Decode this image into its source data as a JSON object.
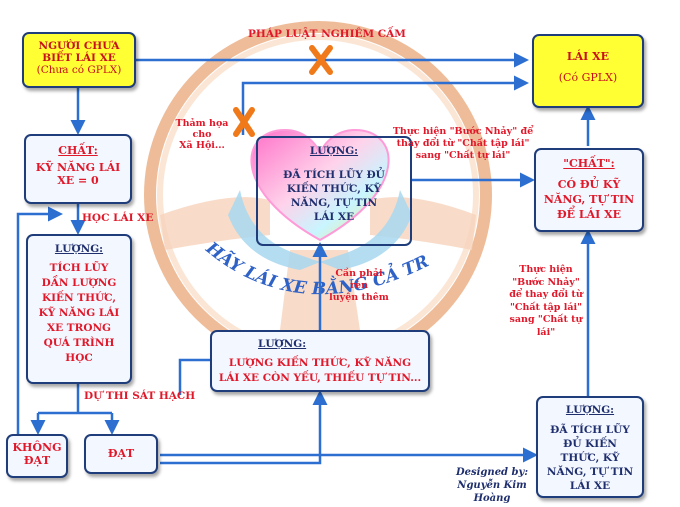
{
  "left_top": {
    "line1": "NGƯỜI CHƯA",
    "line2": "BIẾT LÁI XE",
    "line3": "(Chưa có GPLX)"
  },
  "right_top": {
    "line1": "LÁI XE",
    "line2": "(Có GPLX)"
  },
  "chat_left": {
    "title": "CHẤT:",
    "line1": "KỸ NĂNG LÁI",
    "line2": "XE = 0"
  },
  "luong_left": {
    "title": "LƯỢNG:",
    "lines": [
      "TÍCH LŨY",
      "DẦN LƯỢNG",
      "KIẾN THỨC,",
      "KỸ NĂNG LÁI",
      "XE TRONG",
      "QUÁ TRÌNH",
      "HỌC"
    ]
  },
  "khong_dat": {
    "line1": "KHÔNG",
    "line2": "ĐẠT"
  },
  "dat": {
    "label": "ĐẠT"
  },
  "center": {
    "title": "LƯỢNG:",
    "lines": [
      "ĐÃ TÍCH LŨY ĐỦ",
      "KIẾN THỨC, KỸ",
      "NĂNG, TỰ TIN",
      "LÁI XE"
    ]
  },
  "bottom_center": {
    "title": "LƯỢNG:",
    "line1": "LƯỢNG KIẾN THỨC, KỸ NĂNG",
    "line2": "LÁI XE CÒN YẾU, THIẾU TỰ TIN..."
  },
  "chat_right": {
    "title": "\"CHẤT\":",
    "lines": [
      "CÓ ĐỦ KỸ",
      "NĂNG, TỰ TIN",
      "ĐỂ LÁI XE"
    ]
  },
  "luong_right": {
    "title": "LƯỢNG:",
    "lines": [
      "ĐÃ TÍCH LŨY",
      "ĐỦ KIẾN",
      "THỨC, KỸ",
      "NĂNG, TỰ TIN",
      "LÁI XE"
    ]
  },
  "labels": {
    "phap_luat": "PHÁP LUẬT NGHIÊM CẤM",
    "hoc_lai_xe": "HỌC LÁI XE",
    "du_thi": "DỰ THI SÁT HẠCH",
    "tham_hoa1": "Thảm họa cho",
    "tham_hoa2": "Xã Hội...",
    "buoc_nhay_top1": "Thực hiện \"Bước Nhảy\" để",
    "buoc_nhay_top2": "thay đổi từ \"Chất tập lái\"",
    "buoc_nhay_top3": "sang \"Chất tự lái\"",
    "can_phai1": "Cần phải rèn",
    "can_phai2": "luyện thêm",
    "buoc_nhay_right": [
      "Thực hiện",
      "\"Bước Nhảy\"",
      "để thay đổi từ",
      "\"Chất tập lái\"",
      "sang \"Chất tự",
      "lái\""
    ],
    "slogan": "HÃY LÁI XE BẰNG CẢ TRÁI TIM",
    "designed1": "Designed by:",
    "designed2": "Nguyễn Kim Hoàng"
  },
  "colors": {
    "arrow": "#2c6fd1",
    "box_border": "#1f3d7a",
    "red": "#e0182a",
    "yellow": "#ffff33",
    "wheel": "#e8a676"
  }
}
